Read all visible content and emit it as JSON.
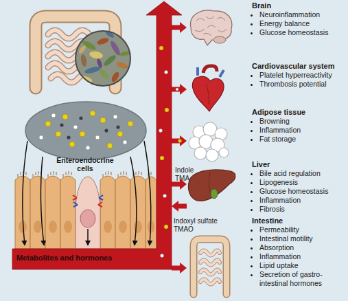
{
  "diagram": {
    "nodes": [
      {
        "text": [
          "Metabolites and hormones"
        ]
      },
      {
        "text": [
          "Brain",
          "Neuroinflammation",
          "Energy balance",
          "Glucose homeostasis"
        ]
      },
      {
        "text": [
          "Cardiovascular system",
          "Platelet hyperreactivity",
          "Thrombosis potential"
        ]
      },
      {
        "text": [
          "Adipose tissue",
          "Browning",
          "Inflammation",
          "Fat storage"
        ]
      },
      {
        "text": [
          "Liver",
          "Bile acid regulation",
          "Lipogenesis",
          "Glucose homeostasis",
          "Inflammation",
          "Fibrosis"
        ]
      },
      {
        "text": [
          "Intestine",
          "Permeability",
          "Intestinal motility",
          "Absorption",
          "Inflammation",
          "Lipid uptake",
          "Secretion of gastro-intestinal hormones"
        ]
      }
    ],
    "edges": [
      {
        "from": 0,
        "to": 1,
        "arrow": "to"
      },
      {
        "from": 0,
        "to": 2,
        "arrow": "to"
      },
      {
        "from": 0,
        "to": 3,
        "arrow": "to"
      },
      {
        "from": 0,
        "to": 4,
        "arrow": "to",
        "label": "Indole TMA"
      },
      {
        "from": 4,
        "to": 0,
        "arrow": "to",
        "label": "Indoxyl sulfate TMAO"
      },
      {
        "from": 0,
        "to": 5,
        "arrow": "to"
      }
    ],
    "labels": [
      "Enteroendocrine cells"
    ]
  }
}
